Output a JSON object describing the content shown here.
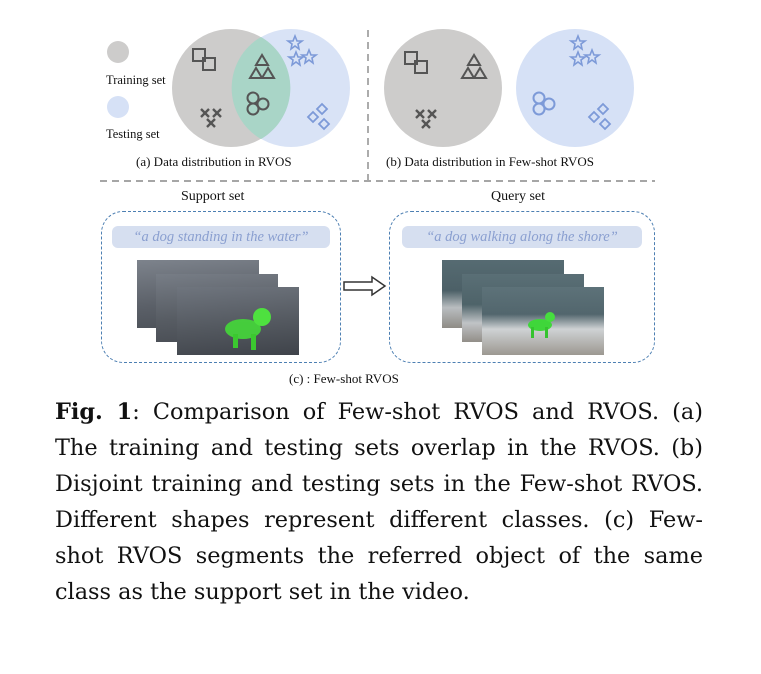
{
  "legend": {
    "training_label": "Training set",
    "testing_label": "Testing set",
    "training_color": "#d0cfcd",
    "testing_color": "#cfdcf4"
  },
  "panel_a": {
    "caption": "(a) Data distribution in RVOS"
  },
  "panel_b": {
    "caption": "(b) Data distribution in Few-shot RVOS"
  },
  "panel_c": {
    "support_title": "Support set",
    "query_title": "Query set",
    "support_caption": "“a dog standing in the water”",
    "query_caption": "“a dog walking along the shore”",
    "caption": "(c) : Few-shot RVOS"
  },
  "shape_icons": [
    "squares-icon",
    "triangles-icon",
    "crosses-icon",
    "circles-icon",
    "stars-icon",
    "diamonds-icon"
  ],
  "figure_caption": {
    "label": "Fig. 1",
    "text": ": Comparison of Few-shot RVOS and RVOS. (a) The training and testing sets overlap in the RVOS. (b) Disjoint training and testing sets in the Few-shot RVOS. Different shapes represent different classes. (c) Few-shot RVOS segments the referred object of the same class as the support set in the video."
  }
}
